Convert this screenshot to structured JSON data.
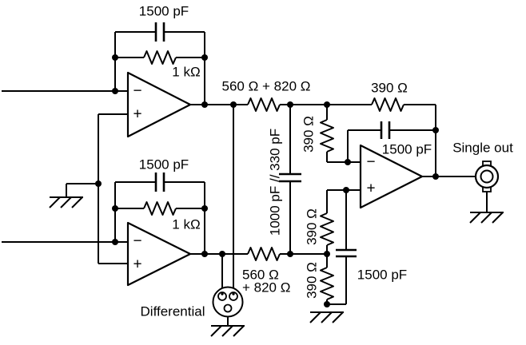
{
  "schematic": {
    "colors": {
      "line": "#000000",
      "background": "#ffffff"
    },
    "labels": {
      "opamp1_cap": "1500 pF",
      "opamp1_res": "1 kΩ",
      "opamp2_cap": "1500 pF",
      "opamp2_res": "1 kΩ",
      "series_res_top": "560 Ω + 820 Ω",
      "series_res_bottom_line1": "560 Ω",
      "series_res_bottom_line2": "+ 820 Ω",
      "shunt_cap": "1000 pF // 330 pF",
      "res_390_feedback": "390 Ω",
      "res_390_mid": "390 Ω",
      "res_390_bottom_upper": "390 Ω",
      "res_390_bottom_lower": "390 Ω",
      "cap_1500_feedback": "1500 pF",
      "cap_1500_bottom": "1500 pF",
      "single_out": "Single out",
      "differential": "Differential",
      "minus": "−",
      "plus": "+"
    }
  }
}
